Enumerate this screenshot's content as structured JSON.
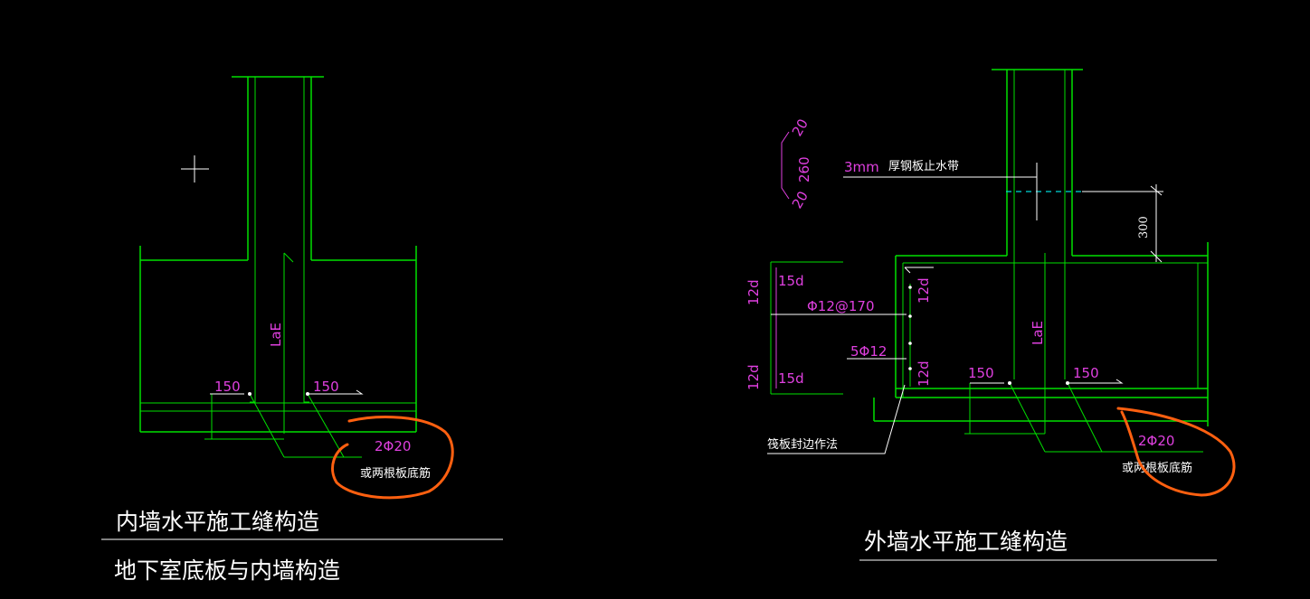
{
  "left_detail": {
    "title": "内墙水平施工缝构造",
    "subtitle": "地下室底板与内墙构造",
    "anchor_label": "LaE",
    "dim_left": "150",
    "dim_right": "150",
    "rebar_label": "2Φ20",
    "note": "或两根板底筋"
  },
  "right_detail": {
    "title": "外墙水平施工缝构造",
    "waterstop_thickness": "3mm",
    "waterstop_label": "厚钢板止水带",
    "waterstop_dim_top": "20",
    "waterstop_dim_mid": "260",
    "waterstop_dim_bottom": "20",
    "height_dim": "300",
    "edge_dim_top_left": "12d",
    "edge_dim_bottom_left": "12d",
    "edge_dim_top_right": "12d",
    "edge_dim_bottom_right": "12d",
    "hook_top": "15d",
    "hook_bottom": "15d",
    "bar_spacing": "Φ12@170",
    "edge_bars": "5Φ12",
    "edge_note": "筏板封边作法",
    "anchor_label": "LaE",
    "dim_left": "150",
    "dim_right": "150",
    "rebar_label": "2Φ20",
    "note": "或两根板底筋"
  },
  "colors": {
    "background": "#000000",
    "rebar": "#00e000",
    "dimension_text": "#e040e0",
    "annotation": "#ffffff",
    "markup": "#ff6010",
    "waterstop": "#00d8d8"
  }
}
